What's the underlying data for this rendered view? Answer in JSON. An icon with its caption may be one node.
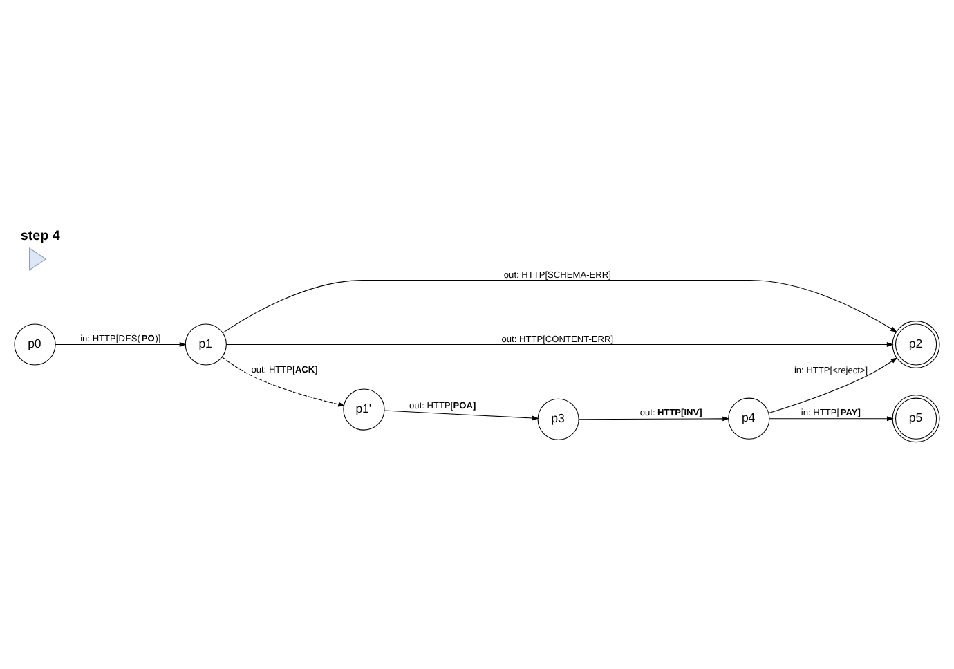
{
  "diagram": {
    "title": "step 4",
    "nodes": [
      {
        "text": [],
        "shape": "triangle"
      },
      {
        "text": [
          "p0"
        ]
      },
      {
        "text": [
          "p2"
        ]
      },
      {
        "text": [
          "p1"
        ]
      },
      {
        "text": [
          "p5"
        ]
      },
      {
        "text": [
          "p1'"
        ]
      },
      {
        "text": [
          "p4"
        ]
      },
      {
        "text": [
          "p3"
        ]
      }
    ],
    "edges": [
      {
        "from": 1,
        "to": 3,
        "arrow": "to",
        "label": "in: HTTP[DES(**PO**)]"
      },
      {
        "from": 3,
        "to": 2,
        "arrow": "to",
        "label": "out: HTTP[SCHEMA-ERR]"
      },
      {
        "from": 3,
        "to": 2,
        "arrow": "to",
        "label": "out: HTTP[CONTENT-ERR]"
      },
      {
        "from": 3,
        "to": 5,
        "arrow": "to",
        "label": "out: HTTP[**ACK]**",
        "style": "dashed"
      },
      {
        "from": 5,
        "to": 7,
        "arrow": "to",
        "label": "out: HTTP[**POA]**"
      },
      {
        "from": 7,
        "to": 6,
        "arrow": "to",
        "label": "out: **HTTP[INV]**"
      },
      {
        "from": 6,
        "to": 2,
        "arrow": "to",
        "label": "in: HTTP[<reject>]"
      },
      {
        "from": 6,
        "to": 4,
        "arrow": "to",
        "label": "in: HTTP[**PAY]**"
      }
    ]
  }
}
